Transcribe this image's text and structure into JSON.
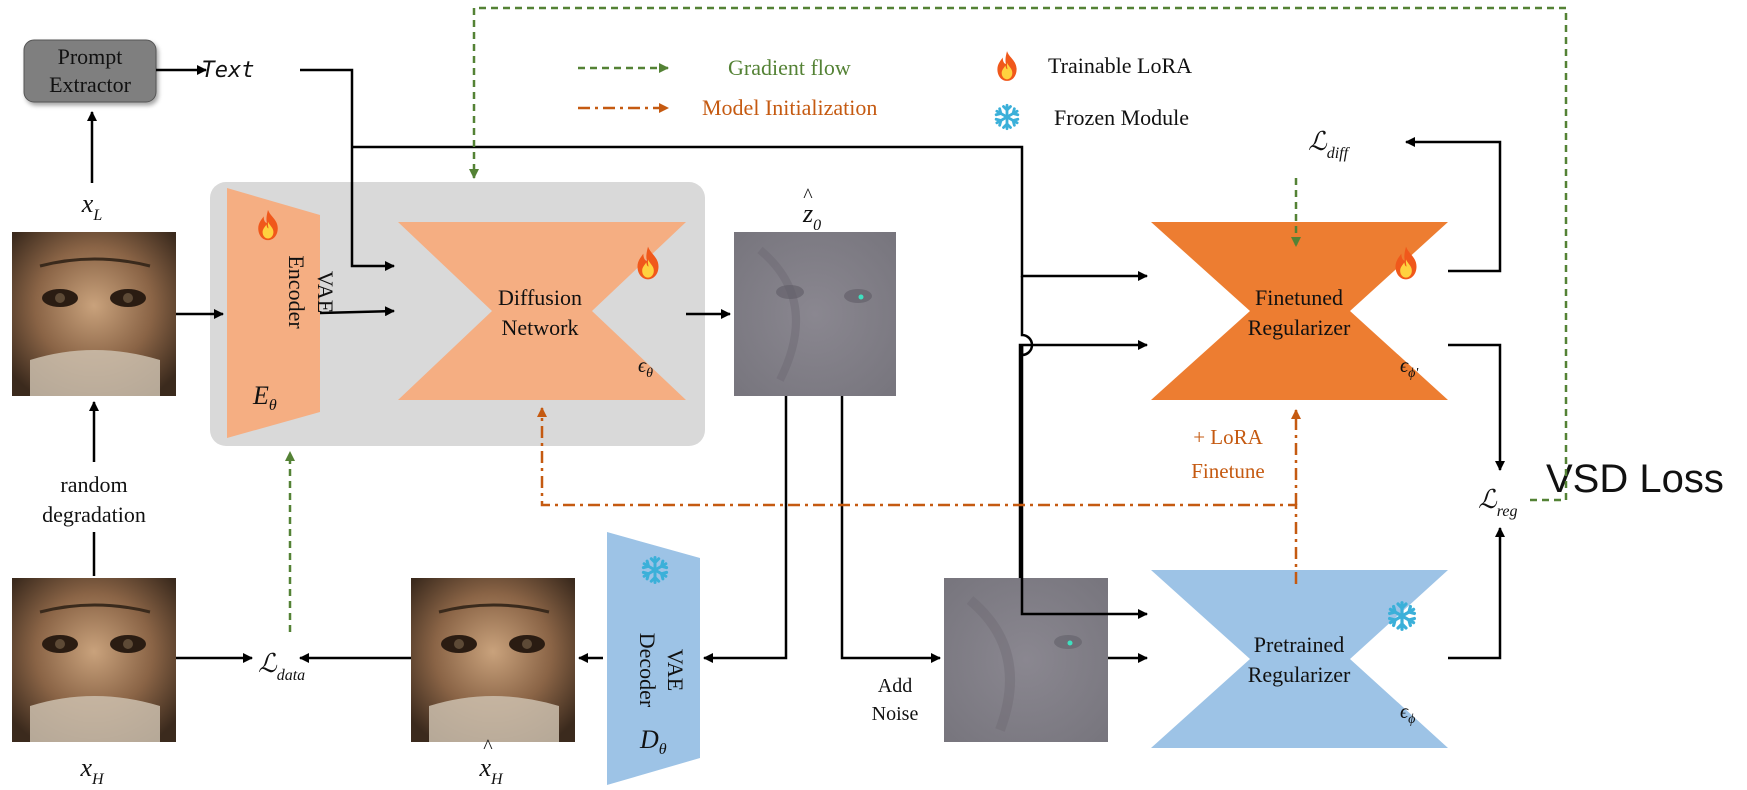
{
  "prompt_extractor": {
    "line1": "Prompt",
    "line2": "Extractor"
  },
  "text_token": "Text",
  "legend": {
    "gradient_flow": "Gradient flow",
    "model_init": "Model Initialization",
    "trainable": "Trainable LoRA",
    "frozen": "Frozen Module"
  },
  "vae_encoder": {
    "line1": "VAE",
    "line2": "Encoder",
    "symbol": "E",
    "sub": "θ"
  },
  "diffusion": {
    "line1": "Diffusion",
    "line2": "Network",
    "symbol": "ϵ",
    "sub": "θ"
  },
  "vae_decoder": {
    "line1": "VAE",
    "line2": "Decoder",
    "symbol": "D",
    "sub": "θ"
  },
  "finetuned": {
    "line1": "Finetuned",
    "line2": "Regularizer",
    "symbol": "ϵ",
    "sub": "ϕ'"
  },
  "pretrained": {
    "line1": "Pretrained",
    "line2": "Regularizer",
    "symbol": "ϵ",
    "sub": "ϕ"
  },
  "random_degradation": {
    "line1": "random",
    "line2": "degradation"
  },
  "add_noise": {
    "line1": "Add",
    "line2": "Noise"
  },
  "lora_finetune": {
    "line1": "+ LoRA",
    "line2": "Finetune"
  },
  "vsd_loss": "VSD Loss",
  "symbols": {
    "x": "x",
    "x_L_sub": "L",
    "x_H_sub": "H",
    "z0": "z",
    "z0_sub": "0",
    "L": "ℒ",
    "diff_sub": "diff",
    "data_sub": "data",
    "reg_sub": "reg"
  },
  "colors": {
    "orange_light": "#F5AE82",
    "orange_dark": "#ED7D31",
    "blue": "#9DC3E6",
    "gray_box": "#D9D9D9",
    "green_dash": "#548235",
    "orange_dashdot": "#C55A11",
    "snow": "#3BB0D9"
  }
}
